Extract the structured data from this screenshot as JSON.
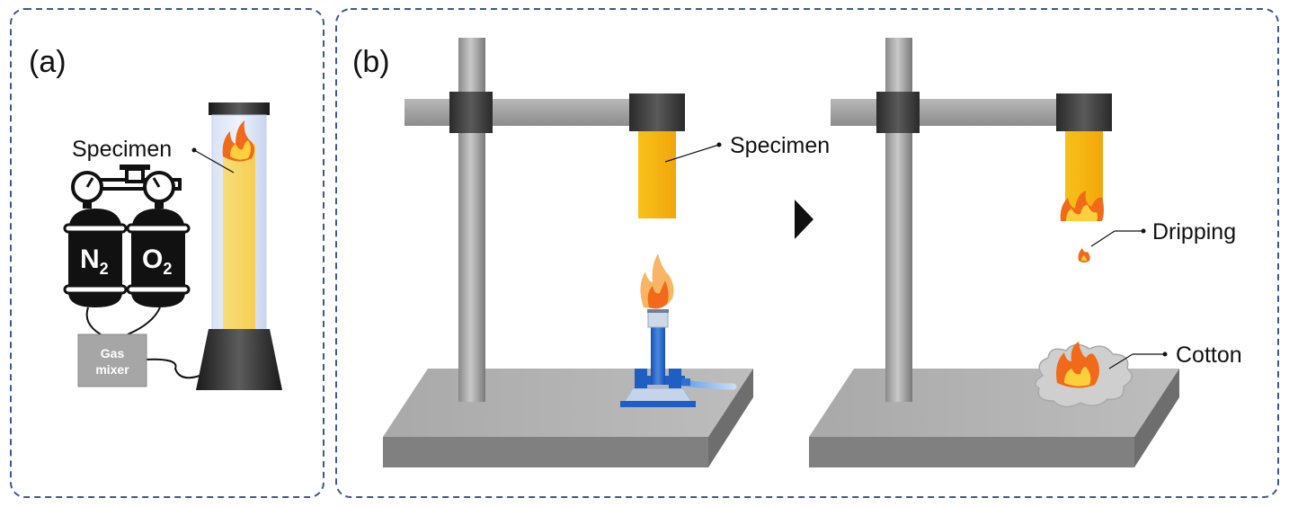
{
  "panels": {
    "a": {
      "label": "(a)"
    },
    "b": {
      "label": "(b)"
    }
  },
  "panel_a": {
    "specimen_label": "Specimen",
    "tank_left": {
      "gas": "N",
      "subscript": "2"
    },
    "tank_right": {
      "gas": "O",
      "subscript": "2"
    },
    "mixer": {
      "line1": "Gas",
      "line2": "mixer"
    }
  },
  "panel_b": {
    "specimen_label": "Specimen",
    "dripping_label": "Dripping",
    "cotton_label": "Cotton"
  },
  "colors": {
    "border_dash": "#3b5a8c",
    "specimen_yellow": "#f5c518",
    "flame_orange": "#f06a1a",
    "burner_blue": "#1f5fc4",
    "stand_gray": "#9a9a9a",
    "tank_black": "#111111",
    "mixer_gray": "#a6a6a6"
  }
}
